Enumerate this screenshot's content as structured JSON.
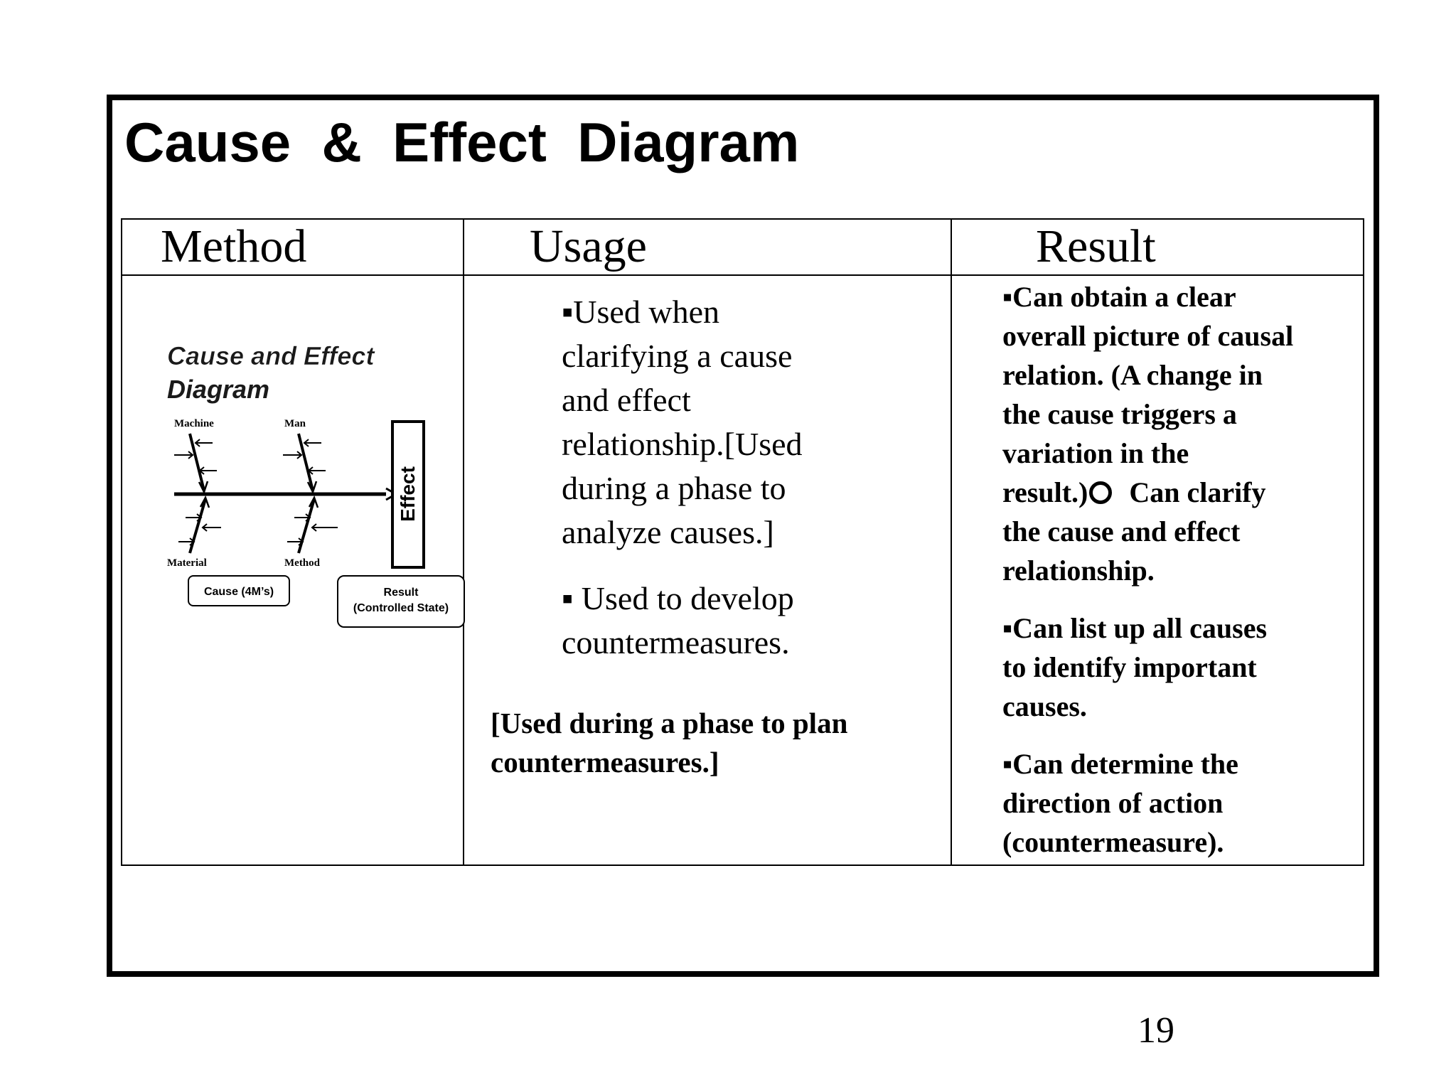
{
  "slide": {
    "title": "Cause  &  Effect  Diagram",
    "page_number": "19"
  },
  "table": {
    "headers": {
      "method": "Method",
      "usage": "Usage",
      "result": "Result"
    },
    "method": {
      "diagram_title_line1": "Cause and Effect",
      "diagram_title_line2": "Diagram",
      "labels": {
        "machine": "Machine",
        "man": "Man",
        "material": "Material",
        "method": "Method",
        "effect": "Effect",
        "cause_box": "Cause (4M’s)",
        "result_box_line1": "Result",
        "result_box_line2": "(Controlled State)"
      }
    },
    "usage": {
      "item1_lines": [
        "▪Used when",
        "clarifying a cause",
        "and effect",
        "relationship.[Used",
        "during a phase to",
        "analyze causes.]"
      ],
      "item2_lines": [
        "▪ Used to develop",
        "countermeasures."
      ],
      "note_lines": [
        "[Used during a phase to plan",
        "countermeasures.]"
      ]
    },
    "result": {
      "item1_lines": [
        "▪Can obtain a clear",
        "overall picture of causal",
        "relation.  (A change in",
        "the cause triggers a",
        "variation in the"
      ],
      "item1_line6_a": "result.)",
      "item1_line6_b": "Can clarify",
      "item1_lines_after": [
        "the cause and effect",
        "relationship."
      ],
      "item2_lines": [
        "▪Can list up all causes",
        "to identify important",
        "causes."
      ],
      "item3_lines": [
        "▪Can determine the",
        "direction of action",
        "(countermeasure)."
      ]
    }
  }
}
